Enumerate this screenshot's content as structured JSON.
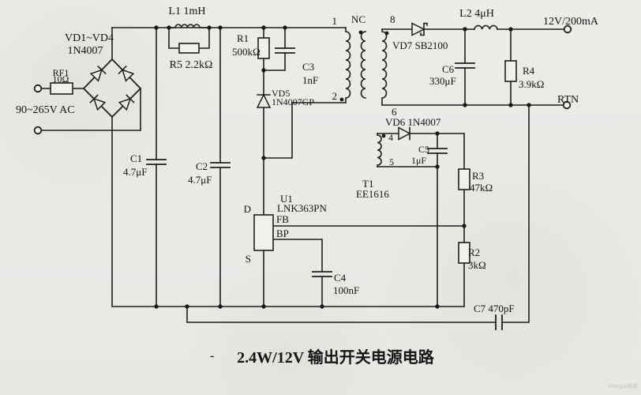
{
  "title": {
    "dash": "-",
    "text": "2.4W/12V 输出开关电源电路"
  },
  "watermark": "WeeQoo维库",
  "io": {
    "ac_input": "90~265V AC",
    "dc_output": "12V/200mA",
    "dc_return": "RTN"
  },
  "transformer": {
    "ref": "T1",
    "part": "EE1616",
    "nc": "NC",
    "pins": {
      "p1": "1",
      "p2": "2",
      "p4": "4",
      "p5": "5",
      "p6": "6",
      "p8": "8"
    }
  },
  "ic": {
    "ref": "U1",
    "part": "LNK363PN",
    "pins": {
      "d": "D",
      "fb": "FB",
      "bp": "BP",
      "s": "S"
    }
  },
  "components": {
    "rf1": {
      "ref": "RF1",
      "value": "10Ω"
    },
    "bridge": {
      "ref": "VD1~VD4",
      "part": "1N4007"
    },
    "l1": {
      "label": "L1 1mH"
    },
    "r5": {
      "label": "R5 2.2kΩ"
    },
    "c1": {
      "ref": "C1",
      "value": "4.7μF"
    },
    "c2": {
      "ref": "C2",
      "value": "4.7μF"
    },
    "r1": {
      "ref": "R1",
      "value": "500kΩ"
    },
    "c3": {
      "ref": "C3",
      "value": "1nF"
    },
    "vd5": {
      "ref": "VD5",
      "part": "1N4007GP"
    },
    "c4": {
      "ref": "C4",
      "value": "100nF"
    },
    "vd7": {
      "label": "VD7  SB2100"
    },
    "l2": {
      "label": "L2  4μH"
    },
    "c6": {
      "ref": "C6",
      "value": "330μF"
    },
    "r4": {
      "ref": "R4",
      "value": "3.9kΩ"
    },
    "vd6": {
      "label": "VD6 1N4007"
    },
    "c5": {
      "ref": "C5",
      "value": "1μF"
    },
    "r3": {
      "ref": "R3",
      "value": "47kΩ"
    },
    "r2": {
      "ref": "R2",
      "value": "3kΩ"
    },
    "c7": {
      "label": "C7  470pF"
    }
  }
}
